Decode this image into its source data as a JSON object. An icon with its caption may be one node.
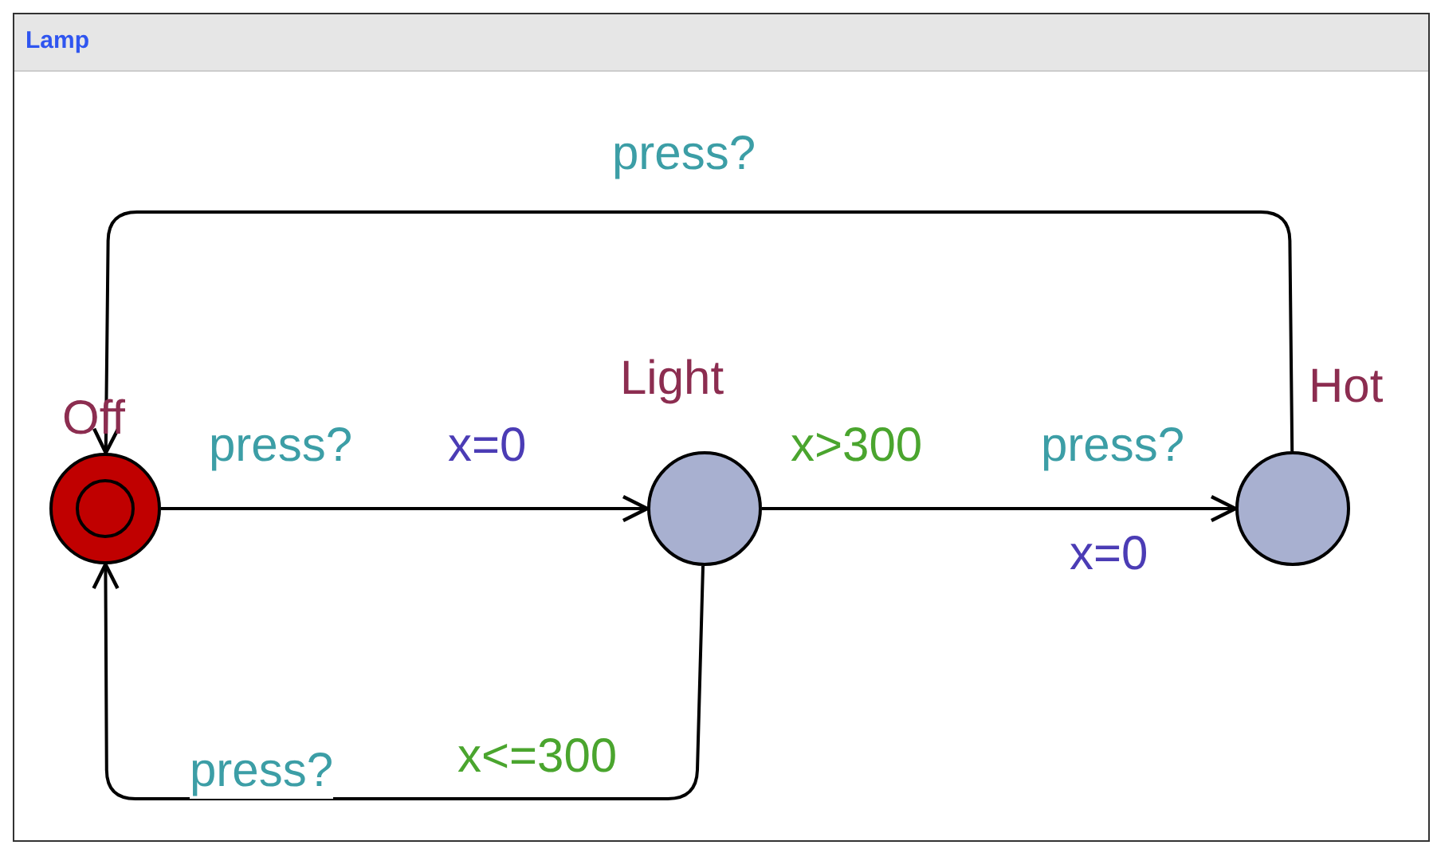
{
  "diagram": {
    "nodes": [
      {
        "text": [
          "Lamp"
        ]
      },
      {
        "text": [
          "Off"
        ],
        "in": 0
      },
      {
        "text": [
          "Light"
        ],
        "in": 0
      },
      {
        "text": [
          "Hot"
        ],
        "in": 0
      }
    ],
    "edges": [
      {
        "from": 1,
        "to": 2,
        "arrow": "to",
        "label": "press?"
      },
      {
        "from": 2,
        "to": 3,
        "arrow": "to",
        "label": "press?"
      },
      {
        "from": 3,
        "to": 1,
        "arrow": "to",
        "label": "press?"
      },
      {
        "from": 2,
        "to": 1,
        "arrow": "to",
        "label": "press?"
      }
    ],
    "labels": [
      "x=0",
      "x>300",
      "x=0",
      "x<=300"
    ]
  }
}
